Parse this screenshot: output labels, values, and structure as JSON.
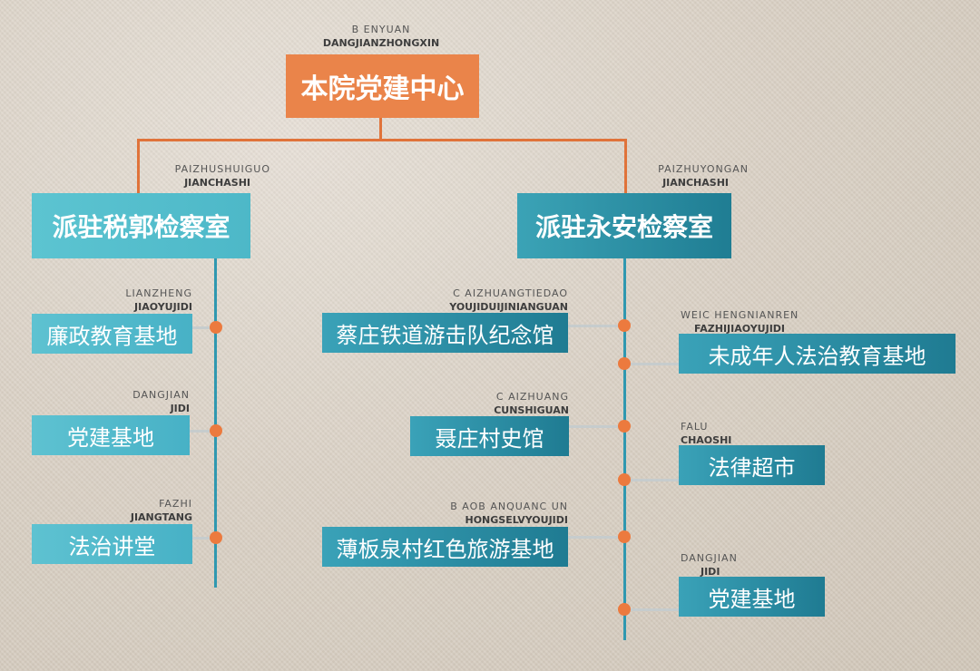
{
  "colors": {
    "root": "#ea844a",
    "dept_left": "#5cc4d1",
    "dept_right": "#1f7d93",
    "dot": "#ec7a3e",
    "line": "#2f98b0"
  },
  "root": {
    "label": "本院党建中心",
    "pinyin1": "B ENYUAN",
    "pinyin2": "DANGJIANZHONGXIN"
  },
  "left": {
    "label": "派驻税郭检察室",
    "pinyin1": "PAIZHUSHUIGUO",
    "pinyin2": "JIANCHASHI",
    "items": [
      {
        "label": "廉政教育基地",
        "pinyin1": "LIANZHENG",
        "pinyin2": "JIAOYUJIDI"
      },
      {
        "label": "党建基地",
        "pinyin1": "DANGJIAN",
        "pinyin2": "JIDI"
      },
      {
        "label": "法治讲堂",
        "pinyin1": "FAZHI",
        "pinyin2": "JIANGTANG"
      }
    ]
  },
  "right": {
    "label": "派驻永安检察室",
    "pinyin1": "PAIZHUYONGAN",
    "pinyin2": "JIANCHASHI",
    "items": [
      {
        "label": "蔡庄铁道游击队纪念馆",
        "pinyin1": "C AIZHUANGTIEDAO",
        "pinyin2": "YOUJIDUIJINIANGUAN"
      },
      {
        "label": "未成年人法治教育基地",
        "pinyin1": "WEIC HENGNIANREN",
        "pinyin2": "FAZHIJIAOYUJIDI"
      },
      {
        "label": "聂庄村史馆",
        "pinyin1": "C AIZHUANG",
        "pinyin2": "CUNSHIGUAN"
      },
      {
        "label": "法律超市",
        "pinyin1": "FALU",
        "pinyin2": "CHAOSHI"
      },
      {
        "label": "薄板泉村红色旅游基地",
        "pinyin1": "B AOB ANQUANC UN",
        "pinyin2": "HONGSELVYOUJIDI"
      },
      {
        "label": "党建基地",
        "pinyin1": "DANGJIAN",
        "pinyin2": "JIDI"
      }
    ]
  }
}
